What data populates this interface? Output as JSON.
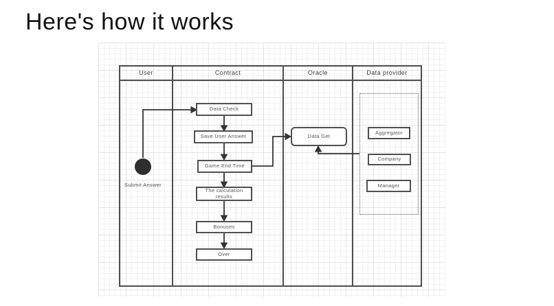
{
  "slide": {
    "title": "Here's how it works"
  },
  "diagram": {
    "lanes": [
      {
        "label": "User"
      },
      {
        "label": "Contract"
      },
      {
        "label": "Oracle"
      },
      {
        "label": "Data provider"
      }
    ],
    "user_lane": {
      "label": "Submit Answer"
    },
    "contract_steps": [
      {
        "label": "Data Check"
      },
      {
        "label": "Save User Answer"
      },
      {
        "label": "Game End Time"
      },
      {
        "label": "The calculation results"
      },
      {
        "label": "Bonuses"
      },
      {
        "label": "Over"
      }
    ],
    "oracle_lane": {
      "data_get_label": "Data Get"
    },
    "provider_group": {
      "members": [
        {
          "label": "Aggregator"
        },
        {
          "label": "Company"
        },
        {
          "label": "Manager"
        }
      ]
    },
    "connections": [
      {
        "from": "submit-answer-start",
        "to": "Data Check"
      },
      {
        "from": "Data Check",
        "to": "Save User Answer"
      },
      {
        "from": "Save User Answer",
        "to": "Game End Time"
      },
      {
        "from": "Game End Time",
        "to": "The calculation results"
      },
      {
        "from": "Game End Time",
        "to": "Data Get"
      },
      {
        "from": "The calculation results",
        "to": "Bonuses"
      },
      {
        "from": "Bonuses",
        "to": "Over"
      },
      {
        "from": "provider-group",
        "to": "Data Get"
      }
    ]
  },
  "colors": {
    "title_text": "#111111",
    "table_border": "#4d4d4d",
    "box_border": "#4f4f4f",
    "box_text": "#555555",
    "connector": "#333333",
    "grid_minor": "#f2f2f2",
    "grid_major": "#e4e4e4"
  }
}
